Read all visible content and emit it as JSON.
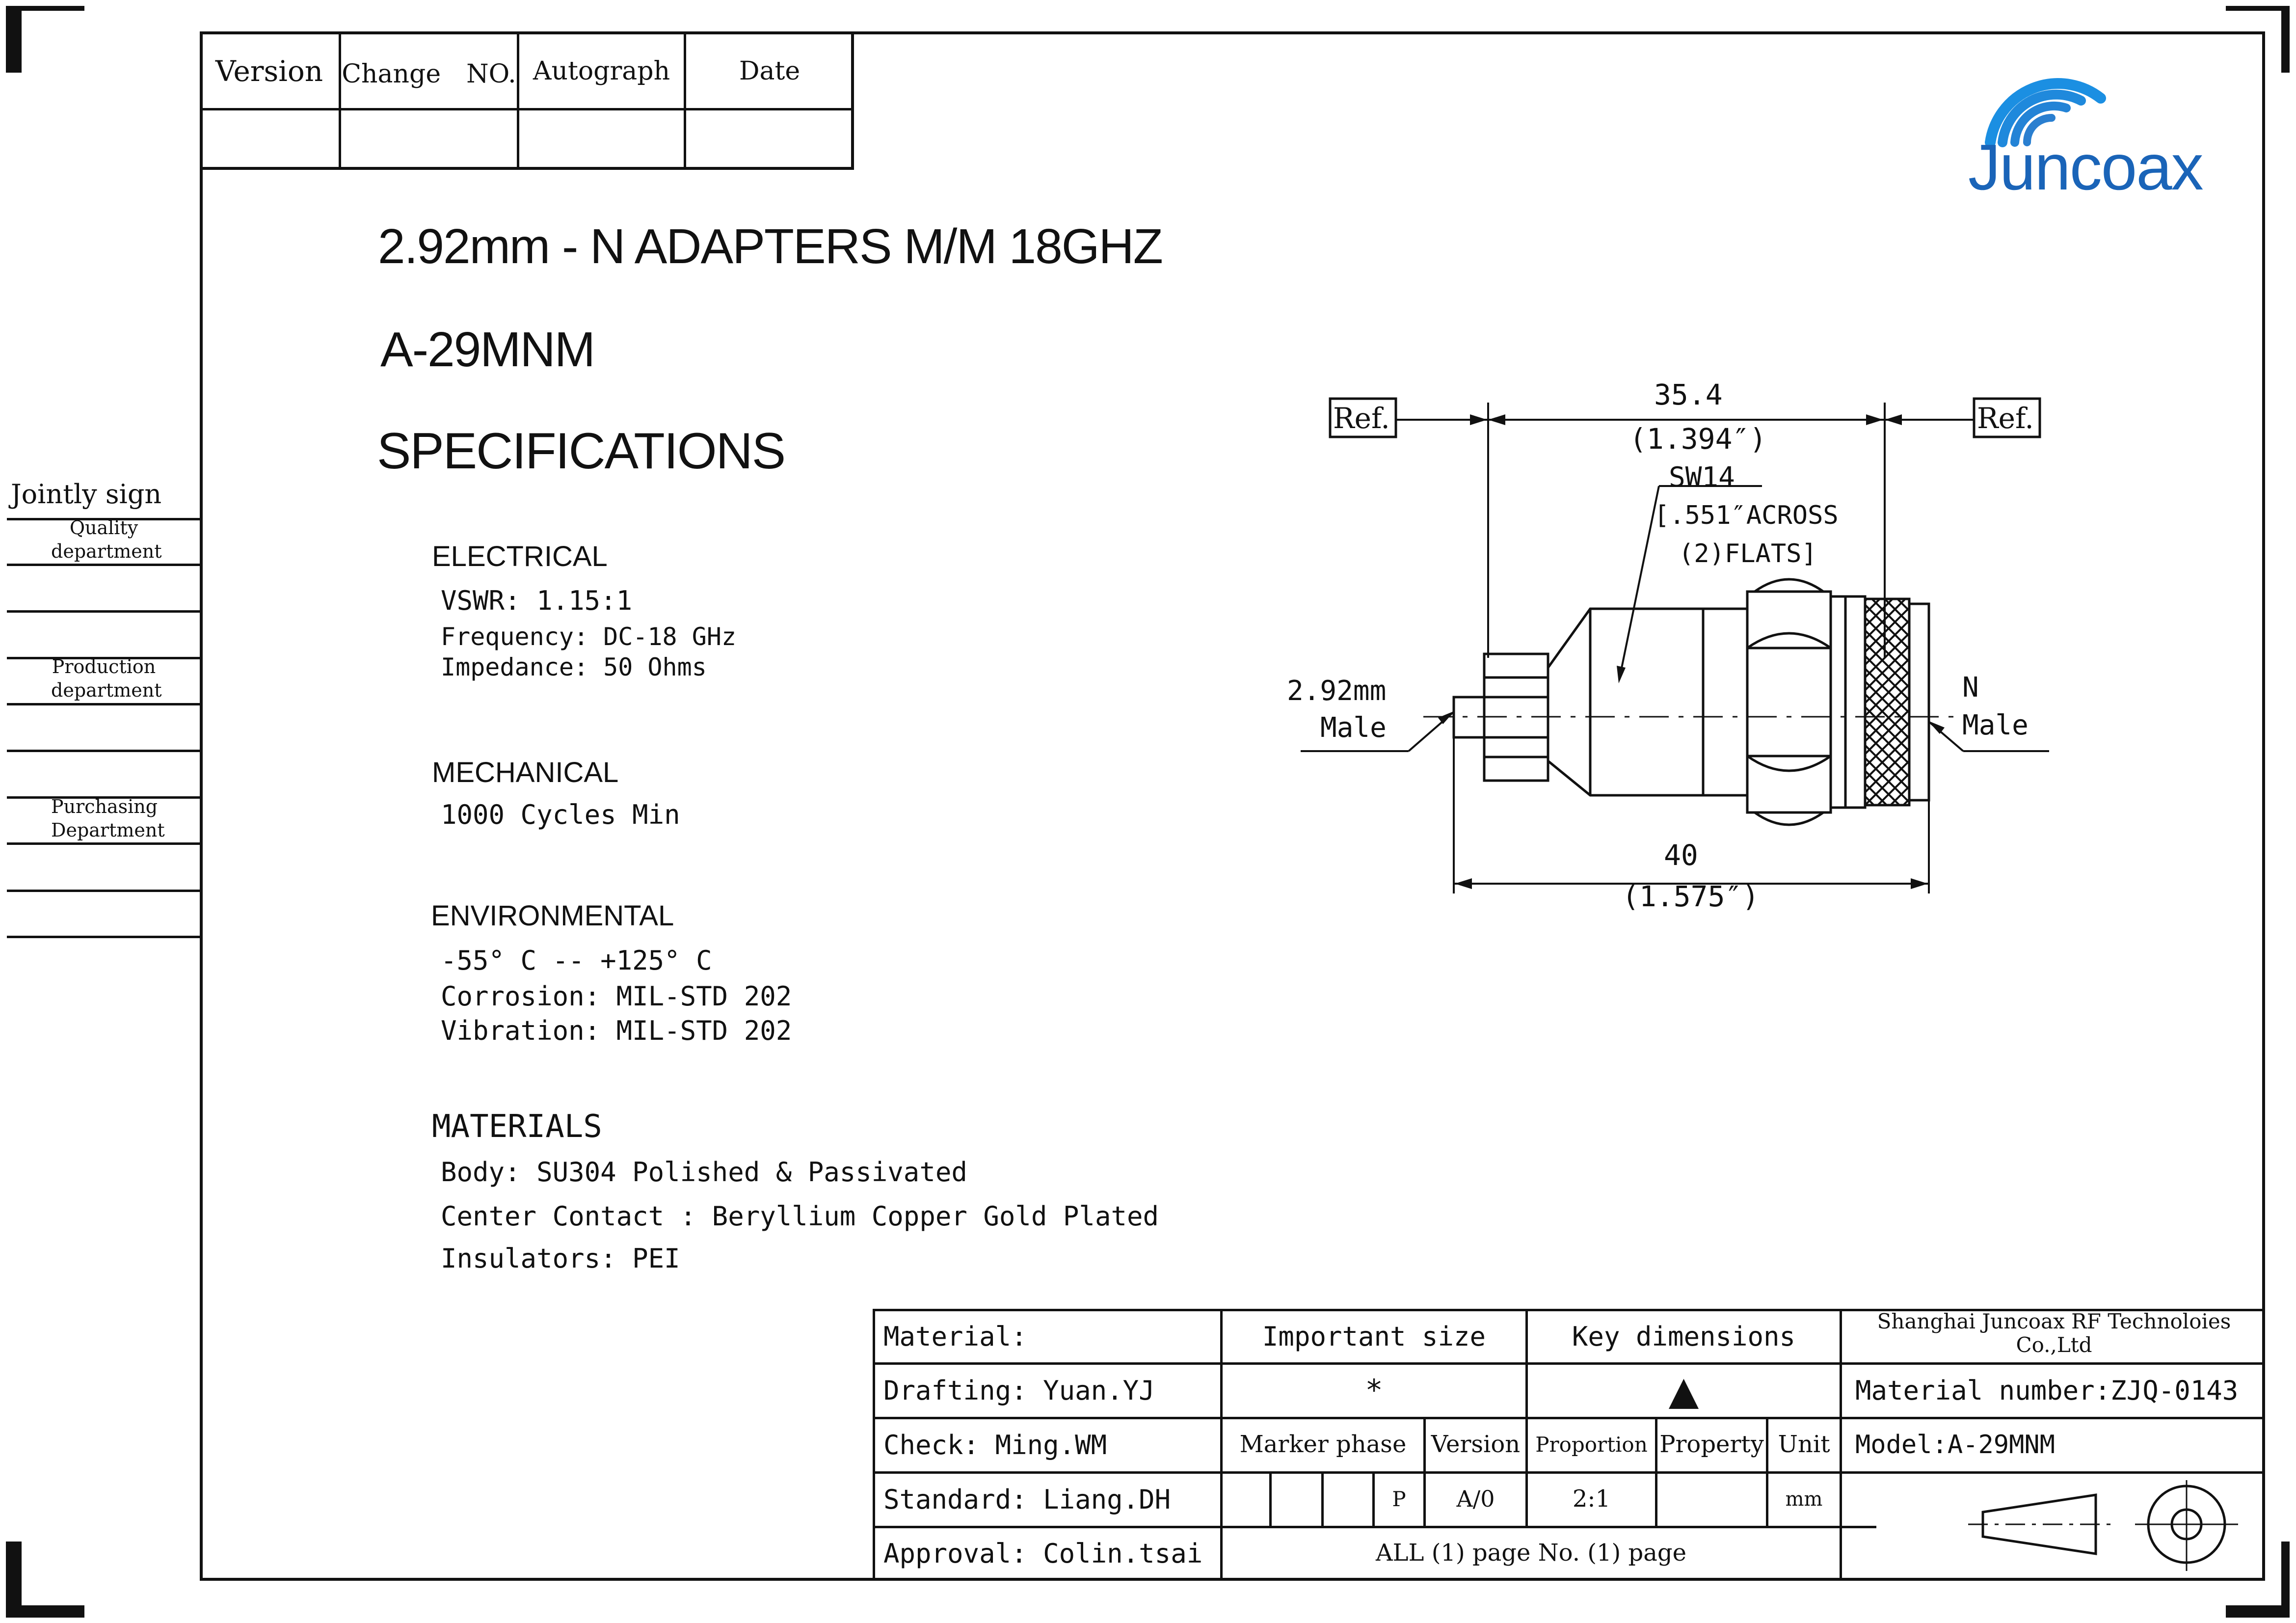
{
  "revision_table": {
    "headers": [
      "Version",
      "Change　NO.",
      "Autograph",
      "Date"
    ]
  },
  "logo": {
    "text": "Juncoax"
  },
  "title": {
    "line1": "2.92mm - N ADAPTERS  M/M 18GHZ",
    "model": "A-29MNM",
    "specs": "SPECIFICATIONS"
  },
  "sections": {
    "electrical": {
      "heading": "ELECTRICAL",
      "lines": [
        "VSWR:  1.15:1",
        "Frequency: DC-18 GHz",
        "Impedance: 50 Ohms"
      ]
    },
    "mechanical": {
      "heading": "MECHANICAL",
      "lines": [
        "1000 Cycles Min"
      ]
    },
    "environmental": {
      "heading": "ENVIRONMENTAL",
      "lines": [
        "-55° C -- +125° C",
        "Corrosion: MIL-STD 202",
        "Vibration: MIL-STD 202"
      ]
    },
    "materials": {
      "heading": "MATERIALS",
      "lines": [
        "Body: SU304 Polished & Passivated",
        "Center Contact : Beryllium Copper Gold Plated",
        "Insulators: PEI"
      ]
    }
  },
  "sidebar": {
    "title": "Jointly sign",
    "departments": [
      "Quality department",
      "Production department",
      "Purchasing Department"
    ]
  },
  "drawing": {
    "ref_left": "Ref.",
    "ref_right": "Ref.",
    "dim_top_mm": "35.4",
    "dim_top_in": "(1.394″)",
    "sw": "SW14",
    "sw_note1": "[.551″ACROSS",
    "sw_note2": "(2)FLATS]",
    "left_label1": "2.92mm",
    "left_label2": "Male",
    "right_label1": "N",
    "right_label2": "Male",
    "dim_bottom_mm": "40",
    "dim_bottom_in": "(1.575″)"
  },
  "title_block": {
    "material": "Material:",
    "drafting": "Drafting: Yuan.YJ",
    "check": "Check:    Ming.WM",
    "standard": "Standard: Liang.DH",
    "approval": "Approval: Colin.tsai",
    "important_size": "Important size",
    "key_dimensions": "Key dimensions",
    "asterisk": "*",
    "triangle": "▲",
    "marker_phase": "Marker phase",
    "version": "Version",
    "proportion": "Proportion",
    "property": "Property",
    "unit": "Unit",
    "p": "P",
    "version_value": "A/0",
    "proportion_value": "2:1",
    "unit_value": "mm",
    "pages": "ALL (1) page  No. (1) page",
    "company": "Shanghai Juncoax RF Technoloies Co.,Ltd",
    "material_number": "Material number:ZJQ-0143",
    "model": "Model:A-29MNM"
  }
}
